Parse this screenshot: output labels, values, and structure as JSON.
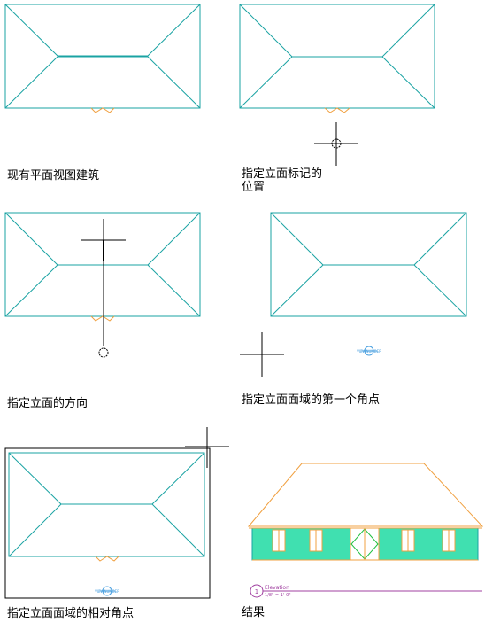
{
  "steps": [
    {
      "caption": "现有平面视图建筑"
    },
    {
      "caption_line1": "指定立面标记的",
      "caption_line2": "位置"
    },
    {
      "caption": "指定立面的方向"
    },
    {
      "caption": "指定立面面域的第一个角点"
    },
    {
      "caption": "指定立面面域的相对角点"
    },
    {
      "caption": "结果"
    }
  ],
  "marker_label": "VIEWNUMBER",
  "elevation": {
    "number": "1",
    "title": "Elevation",
    "scale": "1/8\" = 1'-0\""
  },
  "colors": {
    "roof_lines": "#1aa3a3",
    "door_swing": "#f0a040",
    "marker": "#4aa0e0",
    "elevation_tag": "#a040a0",
    "wall_fill": "#40e0b0"
  }
}
